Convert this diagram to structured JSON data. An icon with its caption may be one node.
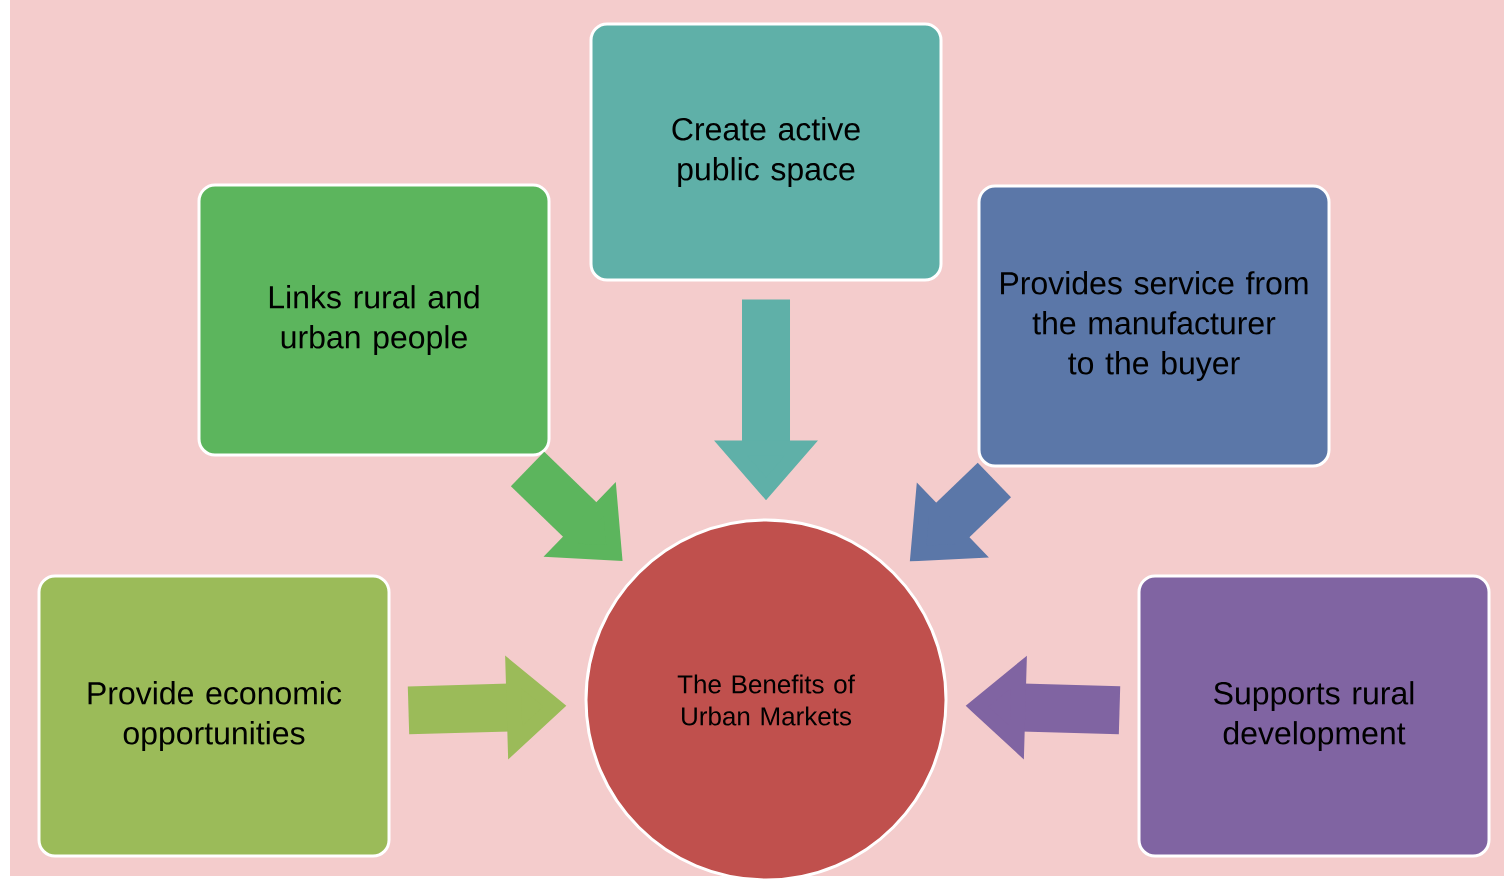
{
  "diagram": {
    "nodes": [
      {
        "text": [
          "Create active public space"
        ]
      },
      {
        "text": [
          "Links rural and urban people"
        ]
      },
      {
        "text": [
          "Provides service from the manufacturer to the buyer"
        ]
      },
      {
        "text": [
          "Provide economic opportunities"
        ]
      },
      {
        "text": [
          "The Benefits of Urban Markets"
        ]
      },
      {
        "text": [
          "Supports rural development"
        ]
      }
    ],
    "edges": [
      {
        "from": 0,
        "to": 4,
        "arrow": "to",
        "color": "#5fb0a8"
      },
      {
        "from": 1,
        "to": 4,
        "arrow": "to",
        "color": "#5cb55d"
      },
      {
        "from": 2,
        "to": 4,
        "arrow": "to",
        "color": "#5b77a8"
      },
      {
        "from": 3,
        "to": 4,
        "arrow": "to",
        "color": "#9bbb59"
      },
      {
        "from": 5,
        "to": 4,
        "arrow": "to",
        "color": "#8064a2"
      }
    ]
  }
}
